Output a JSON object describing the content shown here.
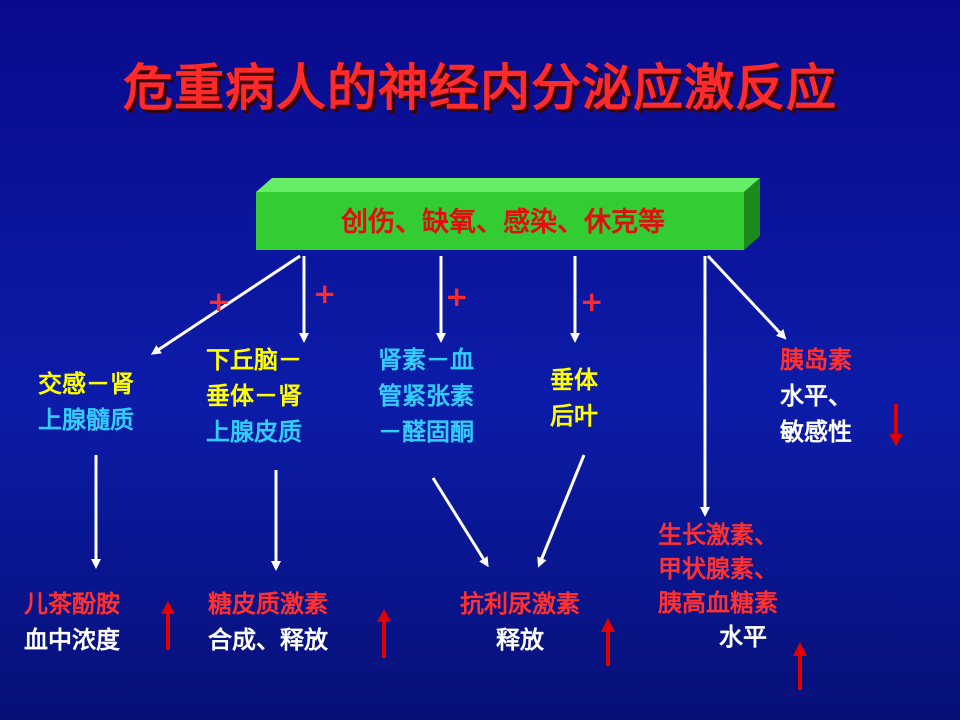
{
  "title": "危重病人的神经内分泌应激反应",
  "cause": "创伤、缺氧、感染、休克等",
  "plus": [
    "+",
    "+",
    "+",
    "+"
  ],
  "nodes": {
    "sympathetic": [
      "交感－肾",
      "上腺髓质"
    ],
    "hpa": [
      "下丘脑－",
      "垂体－肾",
      "上腺皮质"
    ],
    "raas": [
      "肾素－血",
      "管紧张素",
      "－醛固酮"
    ],
    "pituitary": [
      "垂体",
      "后叶"
    ],
    "insulin": [
      "胰岛素",
      "水平、",
      "敏感性"
    ]
  },
  "outcomes": {
    "catecholamine": [
      "儿茶酚胺",
      "血中浓度"
    ],
    "glucocorticoid": [
      "糖皮质激素",
      "合成、释放"
    ],
    "adh": [
      "抗利尿激素",
      "释放"
    ],
    "growth": [
      "生长激素、",
      "甲状腺素、",
      "胰高血糖素",
      "水平"
    ]
  },
  "colors": {
    "background": "#0c1ca8",
    "title": "#ff2a2a",
    "cause_box": "#33cc33",
    "cause_text": "#e01010",
    "yellow": "#ffff00",
    "cyan": "#33ccff",
    "red": "#ff3030",
    "white": "#ffffff",
    "arrow_up": "#e00000",
    "arrow_down": "#e00000"
  },
  "icons": {
    "increase": "up-arrow-icon",
    "decrease": "down-arrow-icon"
  }
}
